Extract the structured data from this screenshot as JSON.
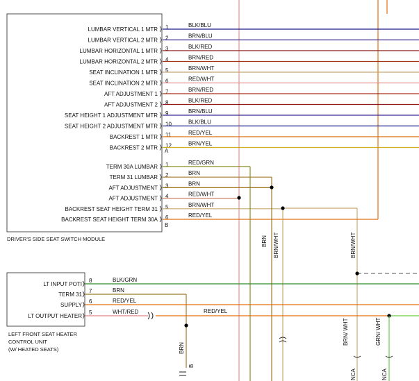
{
  "module": {
    "caption": "DRIVER'S SIDE SEAT SWITCH MODULE",
    "connector1": {
      "pins": [
        {
          "pin": "1",
          "label": "LUMBAR VERTICAL 1 MTR",
          "wire": "BLK/BLU",
          "color": "#1a1a8c"
        },
        {
          "pin": "2",
          "label": "LUMBAR VERTICAL 2 MTR",
          "wire": "BRN/BLU",
          "color": "#3a2a8c"
        },
        {
          "pin": "3",
          "label": "LUMBAR HORIZONTAL 1 MTR",
          "wire": "BLK/RED",
          "color": "#8c1a1a"
        },
        {
          "pin": "4",
          "label": "LUMBAR HORIZONTAL 2 MTR",
          "wire": "BRN/RED",
          "color": "#a03010"
        },
        {
          "pin": "5",
          "label": "SEAT INCLINATION 1 MTR",
          "wire": "BRN/WHT",
          "color": "#c8a870"
        },
        {
          "pin": "6",
          "label": "SEAT INCLINATION 2 MTR",
          "wire": "RED/WHT",
          "color": "#e89090"
        },
        {
          "pin": "7",
          "label": "AFT ADJUSTMENT 1",
          "wire": "BRN/RED",
          "color": "#a03010"
        },
        {
          "pin": "8",
          "label": "AFT ADJUSTMENT 2",
          "wire": "BLK/RED",
          "color": "#8c1a1a"
        },
        {
          "pin": "9",
          "label": "SEAT HEIGHT 1 ADJUSTMENT MTR",
          "wire": "BRN/BLU",
          "color": "#3a2a8c"
        },
        {
          "pin": "10",
          "label": "SEAT HEIGHT 2 ADJUSTMENT MTR",
          "wire": "BLK/BLU",
          "color": "#1a1a8c"
        },
        {
          "pin": "11",
          "label": "BACKREST 1 MTR",
          "wire": "RED/YEL",
          "color": "#e07010"
        },
        {
          "pin": "12",
          "label": "BACKREST 2 MTR",
          "wire": "BRN/YEL",
          "color": "#d0b020"
        }
      ],
      "letter": "A"
    },
    "connector2": {
      "pins": [
        {
          "pin": "1",
          "label": "TERM 30A LUMBAR",
          "wire": "RED/GRN",
          "color": "#8a8a20"
        },
        {
          "pin": "2",
          "label": "TERM 31 LUMBAR",
          "wire": "BRN",
          "color": "#a07828"
        },
        {
          "pin": "3",
          "label": "AFT ADJUSTMENT",
          "wire": "BRN",
          "color": "#a07828"
        },
        {
          "pin": "4",
          "label": "AFT ADJUSTMENT",
          "wire": "RED/WHT",
          "color": "#d08060"
        },
        {
          "pin": "5",
          "label": "BACKREST SEAT HEIGHT TERM 31",
          "wire": "BRN/WHT",
          "color": "#c8a870"
        },
        {
          "pin": "6",
          "label": "BACKREST SEAT HEIGHT TERM 30A",
          "wire": "RED/YEL",
          "color": "#e07010"
        }
      ],
      "letter": "B"
    }
  },
  "heater": {
    "caption_lines": [
      "LEFT FRONT SEAT HEATER",
      "CONTROL UNIT",
      "(W/ HEATED SEATS)"
    ],
    "pins": [
      {
        "pin": "8",
        "label": "LT INPUT POTI",
        "wire": "BLK/GRN",
        "color": "#2a8a2a"
      },
      {
        "pin": "7",
        "label": "TERM 31",
        "wire": "BRN",
        "color": "#a07828"
      },
      {
        "pin": "6",
        "label": "SUPPLY",
        "wire": "RED/YEL",
        "color": "#e07010"
      },
      {
        "pin": "5",
        "label": "LT OUTPUT HEATER",
        "wire": "WHT/RED",
        "color": "#e08080"
      }
    ],
    "extra_wire_label": "RED/YEL"
  },
  "vertical_labels": {
    "brn_a": "BRN",
    "brn_wht_a": "BRN/WHT",
    "brn_wht_b": "BRN/WHT",
    "brn_bottom": "BRN",
    "brn_wht_bottom": "BRN/ WHT",
    "grn_wht_bottom": "GRN/ WHT",
    "nca_1": "NCA",
    "nca_2": "NCA",
    "pin_b": "B"
  }
}
